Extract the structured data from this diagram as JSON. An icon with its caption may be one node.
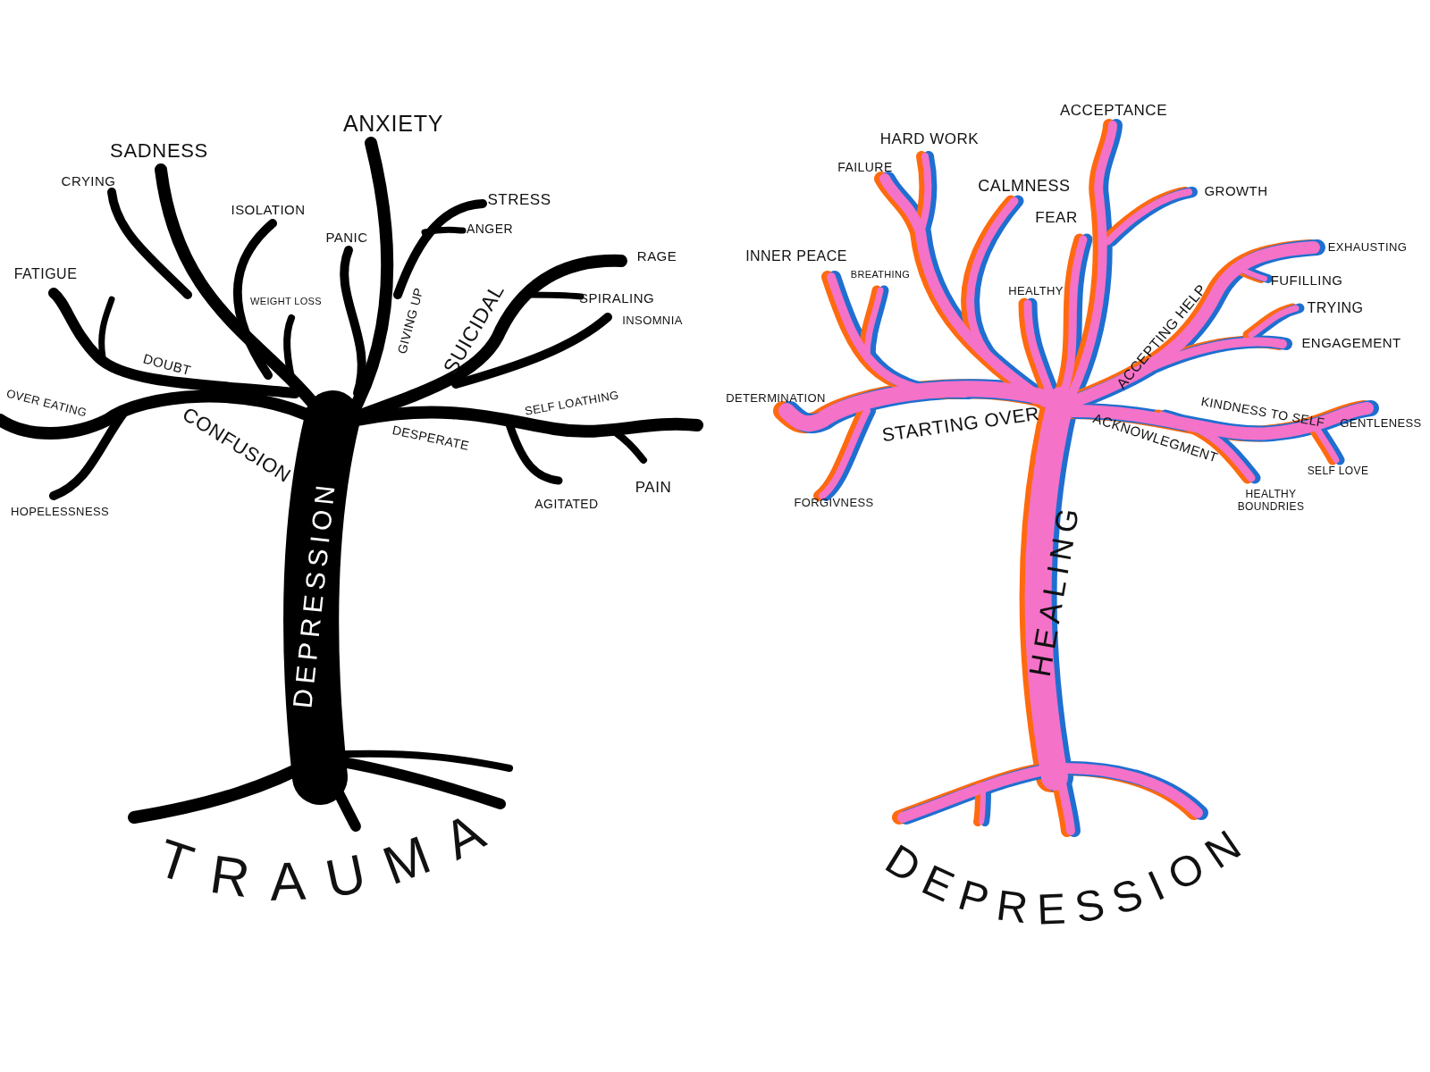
{
  "diagram": {
    "labels": [
      "SADNESS",
      "ANXIETY",
      "CRYING",
      "ISOLATION",
      "STRESS",
      "PANIC",
      "ANGER",
      "FATIGUE",
      "RAGE",
      "WEIGHT LOSS",
      "GIVING UP",
      "SUICIDAL",
      "SPIRALING",
      "INSOMNIA",
      "DOUBT",
      "OVER EATING",
      "CONFUSION",
      "DESPERATE",
      "SELF LOATHING",
      "DEPRESSION",
      "PAIN",
      "AGITATED",
      "HOPELESSNESS",
      "TRAUMA",
      "ACCEPTANCE",
      "HARD WORK",
      "FAILURE",
      "CALMNESS",
      "GROWTH",
      "FEAR",
      "EXHAUSTING",
      "INNER PEACE",
      "BREATHING",
      "FUFILLING",
      "HEALTHY",
      "ACCEPTING HELP",
      "TRYING",
      "ENGAGEMENT",
      "DETERMINATION",
      "STARTING OVER",
      "KINDNESS TO SELF",
      "GENTLENESS",
      "ACKNOWLEGMENT",
      "HEALING",
      "SELF LOVE",
      "HEALTHY BOUNDRIES",
      "FORGIVNESS",
      "DEPRESSION"
    ]
  }
}
